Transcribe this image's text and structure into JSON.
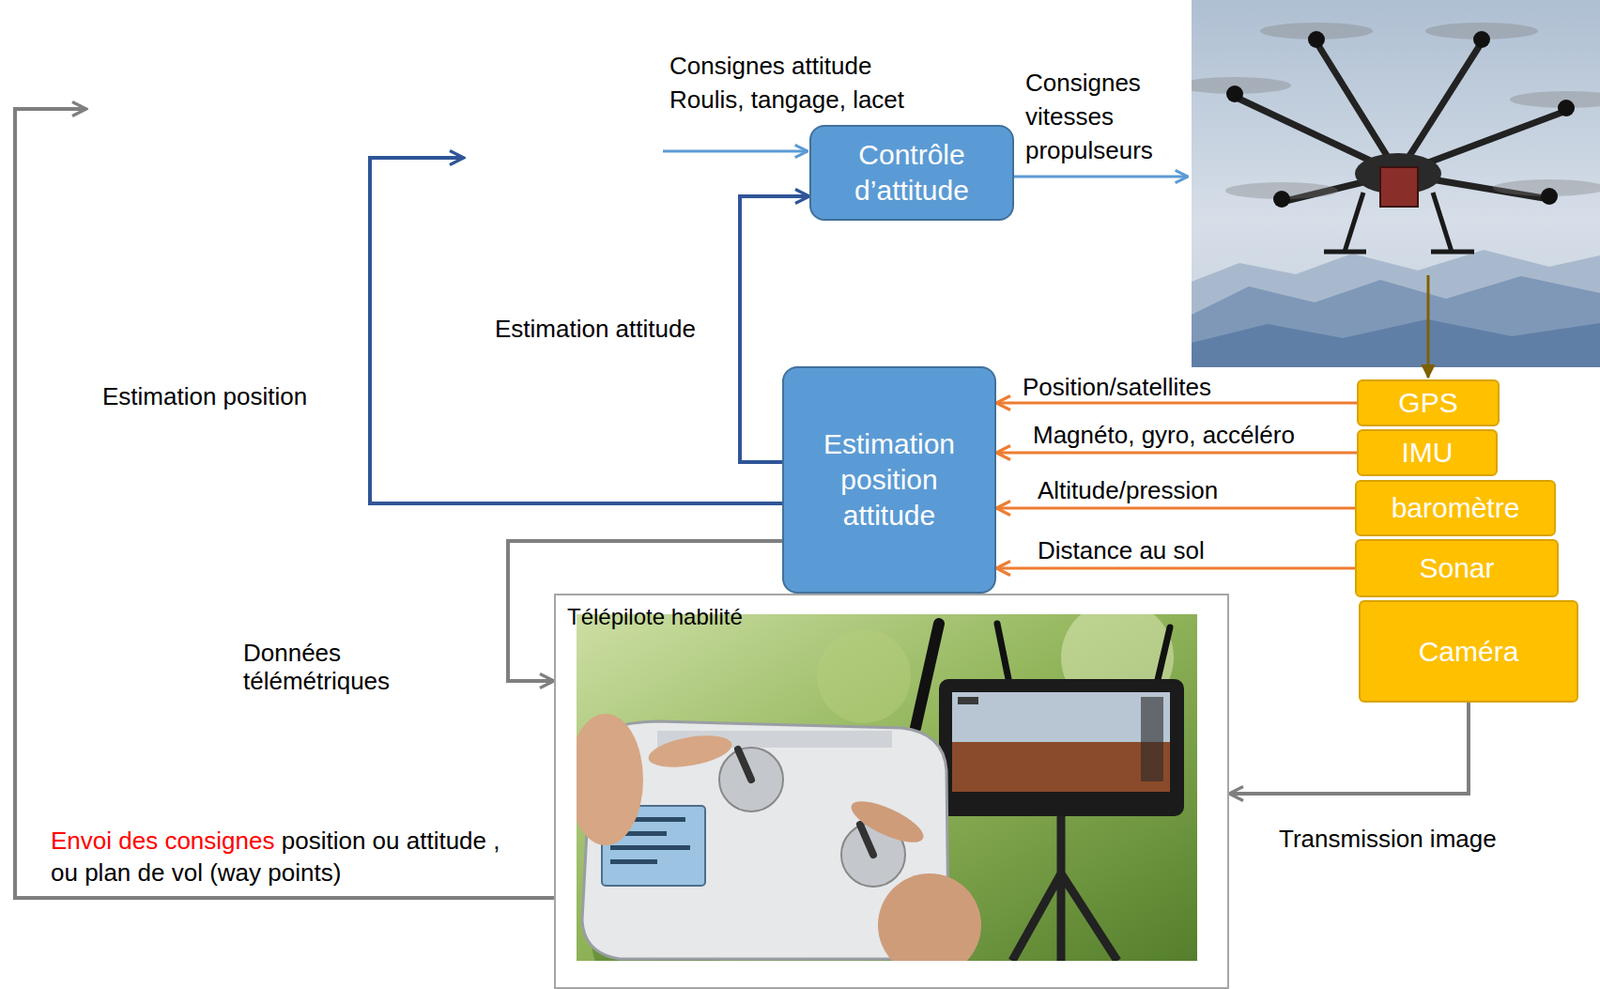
{
  "diagram": {
    "nodes": [
      {
        "text": [
          "Contrôle d’attitude"
        ]
      },
      {
        "text": [
          "Estimation position attitude"
        ]
      },
      {
        "text": [
          "GPS"
        ]
      },
      {
        "text": [
          "IMU"
        ]
      },
      {
        "text": [
          "baromètre"
        ]
      },
      {
        "text": [
          "Sonar"
        ]
      },
      {
        "text": [
          "Caméra"
        ]
      },
      {
        "text": [
          "Télépilote habilité"
        ]
      }
    ],
    "edges": [
      {
        "from": 1,
        "to": 0,
        "arrow": "to",
        "label": "Estimation attitude"
      },
      {
        "from": 2,
        "to": 1,
        "arrow": "to",
        "label": "Position/satellites"
      },
      {
        "from": 3,
        "to": 1,
        "arrow": "to",
        "label": "Magnéto, gyro, accéléro"
      },
      {
        "from": 4,
        "to": 1,
        "arrow": "to",
        "label": "Altitude/pression"
      },
      {
        "from": 5,
        "to": 1,
        "arrow": "to",
        "label": "Distance au sol"
      },
      {
        "from": 1,
        "to": 7,
        "arrow": "to",
        "label": "Données télémétriques"
      },
      {
        "from": 6,
        "to": 7,
        "arrow": "to",
        "label": "Transmission image"
      }
    ],
    "labels": [
      "Consignes attitude Roulis, tangage, lacet",
      "Consignes vitesses propulseurs",
      "Estimation position",
      "Envoi des consignes",
      "position ou attitude , ou plan de vol (way points)"
    ]
  }
}
